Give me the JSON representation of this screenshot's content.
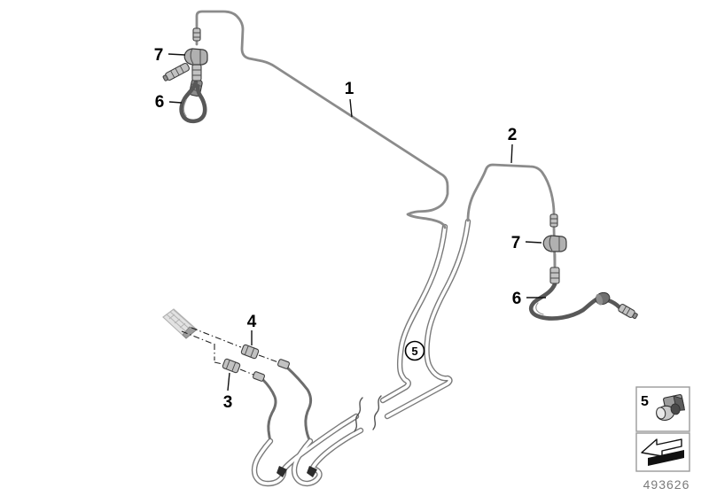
{
  "diagram": {
    "description": "Brake pipe routing exploded parts diagram",
    "callouts": {
      "pipe1": "1",
      "pipe2": "2",
      "union3": "3",
      "union4": "4",
      "clamp5": "5",
      "hose6": "6",
      "clip7": "7"
    },
    "legend": {
      "item": "5",
      "drawing_number": "493626"
    },
    "colors": {
      "pipe_gray": "#8b8b8b",
      "hose_gray": "#585858",
      "label_black": "#000000",
      "drawing_number_gray": "#7a7a7a",
      "ghost_part_gray": "#e2e2e2",
      "legend_border_gray": "#9a9a9a"
    }
  }
}
